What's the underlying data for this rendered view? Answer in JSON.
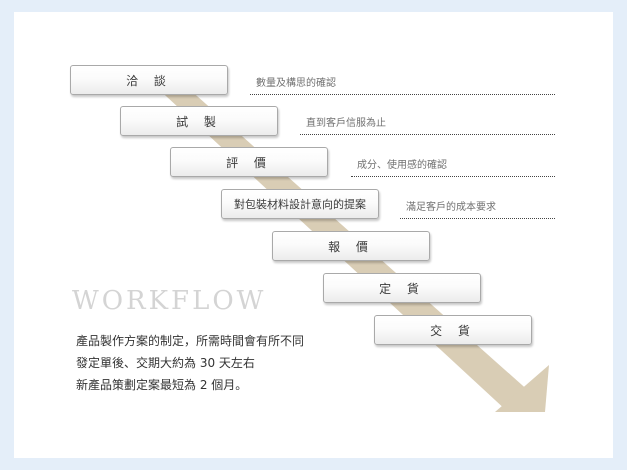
{
  "steps": [
    {
      "label": "洽 談",
      "note": "數量及構思的確認"
    },
    {
      "label": "試 製",
      "note": "直到客戶信服為止"
    },
    {
      "label": "評 價",
      "note": "成分、使用感的確認"
    },
    {
      "label": "對包裝材料設計意向的提案",
      "note": "滿足客戶的成本要求"
    },
    {
      "label": "報 價"
    },
    {
      "label": "定 貨"
    },
    {
      "label": "交 貨"
    }
  ],
  "workflow_title": "WORKFLOW",
  "description": [
    "產品製作方案的制定，所需時間會有所不同",
    "發定單後、交期大約為 30 天左右",
    "新產品策劃定案最短為 2 個月。"
  ],
  "colors": {
    "arrow": "#d9cdb5",
    "background": "#e4eef9",
    "panel": "#ffffff"
  }
}
